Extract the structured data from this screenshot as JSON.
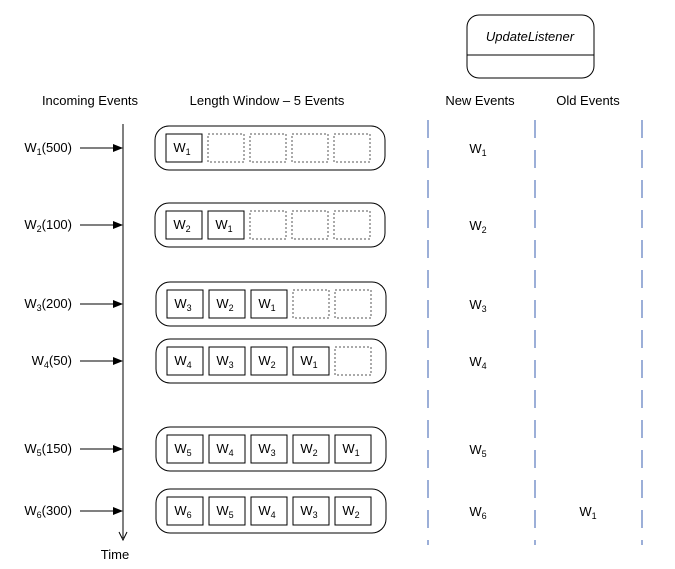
{
  "listener": {
    "title": "UpdateListener"
  },
  "headers": {
    "incoming": "Incoming Events",
    "window": "Length Window – 5 Events",
    "new_events": "New Events",
    "old_events": "Old Events"
  },
  "time_label": "Time",
  "event_prefix": "W",
  "window_size": 5,
  "rows": [
    {
      "event": {
        "index": "1",
        "value": "(500)"
      },
      "window": [
        "1"
      ],
      "new": "1",
      "old": ""
    },
    {
      "event": {
        "index": "2",
        "value": "(100)"
      },
      "window": [
        "2",
        "1"
      ],
      "new": "2",
      "old": ""
    },
    {
      "event": {
        "index": "3",
        "value": "(200)"
      },
      "window": [
        "3",
        "2",
        "1"
      ],
      "new": "3",
      "old": ""
    },
    {
      "event": {
        "index": "4",
        "value": "(50)"
      },
      "window": [
        "4",
        "3",
        "2",
        "1"
      ],
      "new": "4",
      "old": ""
    },
    {
      "event": {
        "index": "5",
        "value": "(150)"
      },
      "window": [
        "5",
        "4",
        "3",
        "2",
        "1"
      ],
      "new": "5",
      "old": ""
    },
    {
      "event": {
        "index": "6",
        "value": "(300)"
      },
      "window": [
        "6",
        "5",
        "4",
        "3",
        "2"
      ],
      "new": "6",
      "old": "1"
    }
  ]
}
